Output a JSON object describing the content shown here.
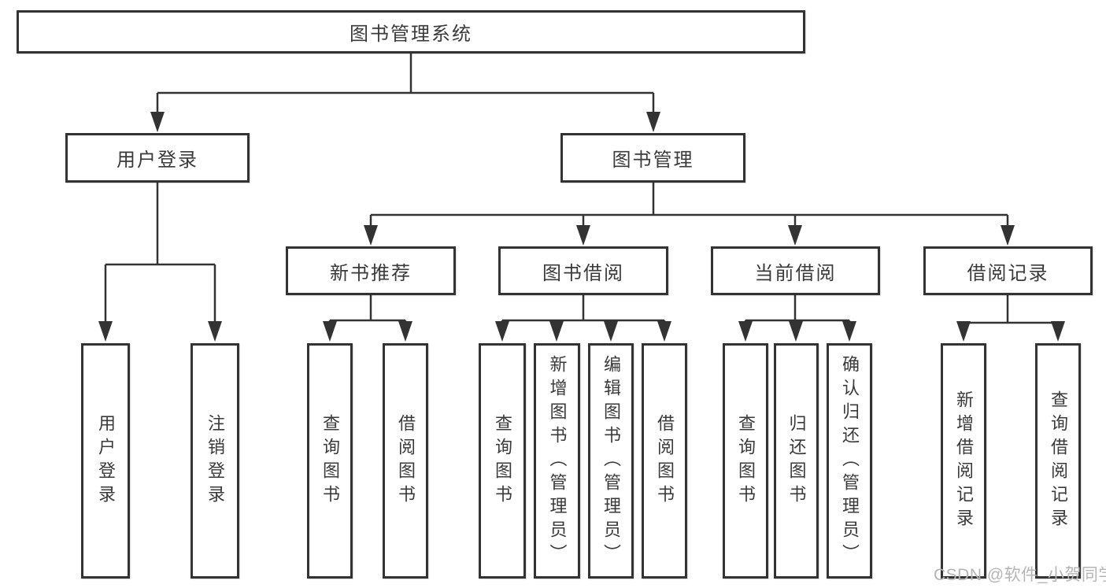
{
  "colors": {
    "line": "#333333",
    "box_border": "#333333",
    "text": "#3a3a3a",
    "watermark": "#b5b5b5",
    "background": "#ffffff"
  },
  "tree": {
    "root": "图书管理系统",
    "level2": [
      {
        "label": "用户登录",
        "leaves": [
          "用户登录",
          "注销登录"
        ]
      },
      {
        "label": "图书管理",
        "sections": [
          {
            "label": "新书推荐",
            "leaves": [
              "查询图书",
              "借阅图书"
            ]
          },
          {
            "label": "图书借阅",
            "leaves": [
              "查询图书",
              "新增图书（管理员）",
              "编辑图书（管理员）",
              "借阅图书"
            ]
          },
          {
            "label": "当前借阅",
            "leaves": [
              "查询图书",
              "归还图书",
              "确认归还（管理员）"
            ]
          },
          {
            "label": "借阅记录",
            "leaves": [
              "新增借阅记录",
              "查询借阅记录"
            ]
          }
        ]
      }
    ]
  },
  "watermark": "CSDN @软件_小贺同学"
}
